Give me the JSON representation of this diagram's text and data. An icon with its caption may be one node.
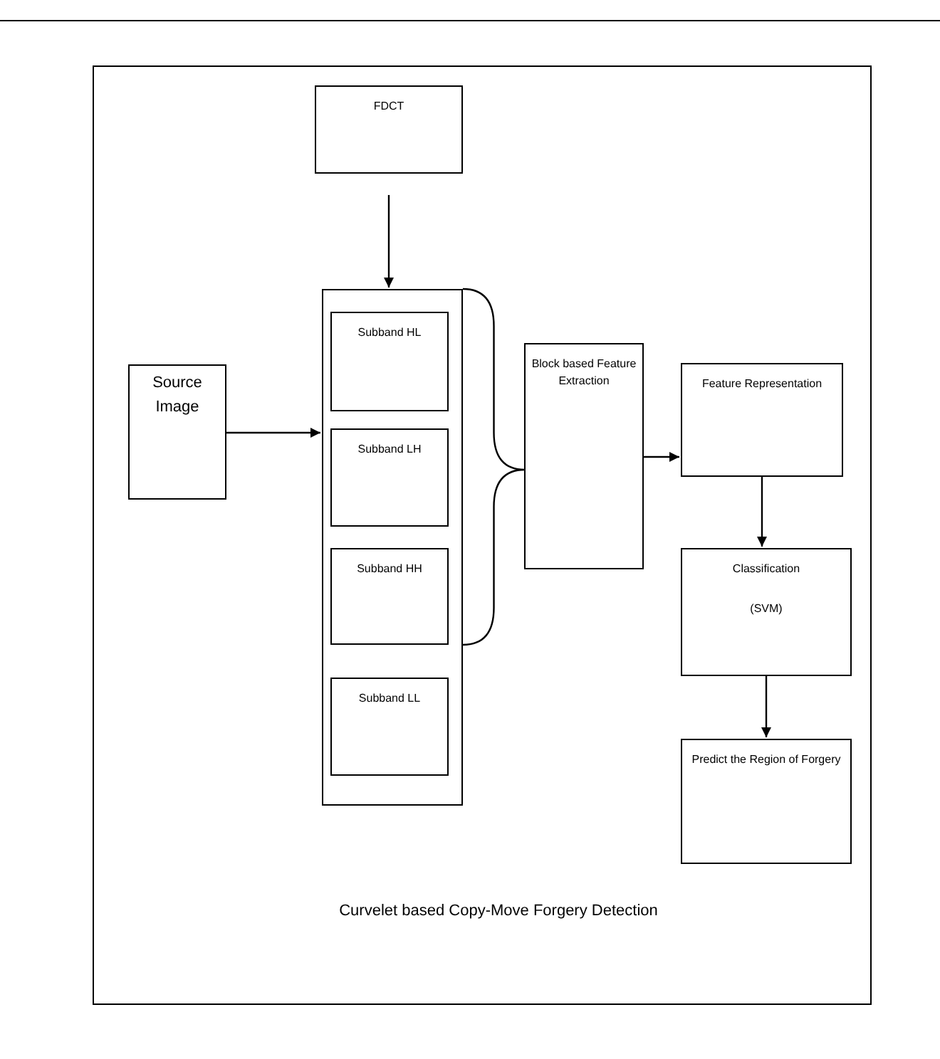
{
  "diagram": {
    "caption": "Curvelet based Copy-Move Forgery Detection",
    "nodes": [
      {
        "text": [
          "FDCT"
        ]
      },
      {
        "text": [
          "Source Image"
        ]
      },
      {
        "text": [],
        "shape": "box"
      },
      {
        "text": [
          "Subband HL"
        ],
        "in": 2
      },
      {
        "text": [
          "Subband LH"
        ],
        "in": 2
      },
      {
        "text": [
          "Subband HH"
        ],
        "in": 2
      },
      {
        "text": [
          "Subband LL"
        ],
        "in": 2
      },
      {
        "text": [
          "Block based Feature Extraction"
        ]
      },
      {
        "text": [
          "Feature Representation"
        ]
      },
      {
        "text": [
          "Classification",
          "(SVM)"
        ]
      },
      {
        "text": [
          "Predict the Region of Forgery"
        ]
      }
    ],
    "edges": [
      {
        "from": 0,
        "to": 2,
        "arrow": "to"
      },
      {
        "from": 1,
        "to": 2,
        "arrow": "to"
      },
      {
        "from": 2,
        "to": 7,
        "arrow": "none"
      },
      {
        "from": 7,
        "to": 8,
        "arrow": "to"
      },
      {
        "from": 8,
        "to": 9,
        "arrow": "to"
      },
      {
        "from": 9,
        "to": 10,
        "arrow": "to"
      }
    ]
  }
}
